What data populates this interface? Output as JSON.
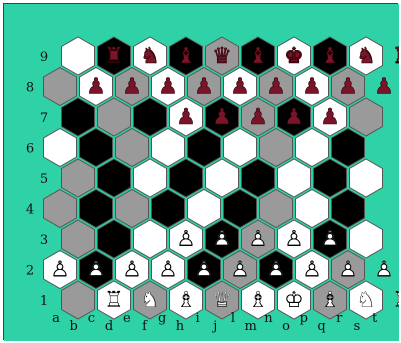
{
  "colors": {
    "background": "#2fd1a6",
    "cell_light": "#ffffff",
    "cell_mid": "#9a9a9a",
    "cell_dark": "#000000",
    "cell_edge": "#555555",
    "dark_piece_fill": "#7a1428",
    "dark_piece_stroke": "#2a0008",
    "light_piece_fill": "#ffffff",
    "light_piece_stroke": "#000000"
  },
  "board": {
    "rank_labels": [
      "1",
      "2",
      "3",
      "4",
      "5",
      "6",
      "7",
      "8",
      "9"
    ],
    "file_labels": [
      "a",
      "b",
      "c",
      "d",
      "e",
      "f",
      "g",
      "h",
      "i",
      "j",
      "l",
      "m",
      "n",
      "o",
      "p",
      "q",
      "r",
      "s",
      "t"
    ],
    "cell_shades": [
      [
        "mid",
        "light",
        "mid",
        "light",
        "mid",
        "light",
        "light",
        "mid",
        "light",
        "light"
      ],
      [
        "light",
        "dark",
        "light",
        "light",
        "dark",
        "mid",
        "dark",
        "light",
        "mid",
        "mid"
      ],
      [
        "mid",
        "dark",
        "light",
        "light",
        "dark",
        "mid",
        "light",
        "dark",
        "light",
        "light"
      ],
      [
        "mid",
        "dark",
        "mid",
        "dark",
        "light",
        "dark",
        "mid",
        "light",
        "dark",
        "mid"
      ],
      [
        "mid",
        "dark",
        "light",
        "dark",
        "light",
        "dark",
        "light",
        "dark",
        "light",
        "mid"
      ],
      [
        "light",
        "dark",
        "mid",
        "light",
        "dark",
        "light",
        "mid",
        "light",
        "dark",
        "mid"
      ],
      [
        "dark",
        "mid",
        "dark",
        "light",
        "dark",
        "mid",
        "dark",
        "light",
        "mid",
        "light"
      ],
      [
        "mid",
        "light",
        "mid",
        "light",
        "mid",
        "light",
        "mid",
        "light",
        "mid",
        "light"
      ],
      [
        "light",
        "dark",
        "light",
        "dark",
        "mid",
        "dark",
        "light",
        "dark",
        "light",
        "light"
      ]
    ],
    "pieces": [
      {
        "rank": 9,
        "col": 1,
        "side": "dark",
        "kind": "rook",
        "icon": "black-rook-icon"
      },
      {
        "rank": 9,
        "col": 2,
        "side": "dark",
        "kind": "knight",
        "icon": "black-knight-icon"
      },
      {
        "rank": 9,
        "col": 3,
        "side": "dark",
        "kind": "bishop",
        "icon": "black-bishop-icon"
      },
      {
        "rank": 9,
        "col": 4,
        "side": "dark",
        "kind": "queen",
        "icon": "black-queen-icon"
      },
      {
        "rank": 9,
        "col": 5,
        "side": "dark",
        "kind": "bishop",
        "icon": "black-bishop-icon"
      },
      {
        "rank": 9,
        "col": 6,
        "side": "dark",
        "kind": "king",
        "icon": "black-king-icon"
      },
      {
        "rank": 9,
        "col": 7,
        "side": "dark",
        "kind": "bishop",
        "icon": "black-bishop-icon"
      },
      {
        "rank": 9,
        "col": 8,
        "side": "dark",
        "kind": "knight",
        "icon": "black-knight-icon"
      },
      {
        "rank": 9,
        "col": 9,
        "side": "dark",
        "kind": "rook",
        "icon": "black-rook-icon"
      },
      {
        "rank": 8,
        "col": 1,
        "side": "dark",
        "kind": "pawn",
        "icon": "black-pawn-icon"
      },
      {
        "rank": 8,
        "col": 2,
        "side": "dark",
        "kind": "pawn",
        "icon": "black-pawn-icon"
      },
      {
        "rank": 8,
        "col": 3,
        "side": "dark",
        "kind": "pawn",
        "icon": "black-pawn-icon"
      },
      {
        "rank": 8,
        "col": 4,
        "side": "dark",
        "kind": "pawn",
        "icon": "black-pawn-icon"
      },
      {
        "rank": 8,
        "col": 5,
        "side": "dark",
        "kind": "pawn",
        "icon": "black-pawn-icon"
      },
      {
        "rank": 8,
        "col": 6,
        "side": "dark",
        "kind": "pawn",
        "icon": "black-pawn-icon"
      },
      {
        "rank": 8,
        "col": 7,
        "side": "dark",
        "kind": "pawn",
        "icon": "black-pawn-icon"
      },
      {
        "rank": 8,
        "col": 8,
        "side": "dark",
        "kind": "pawn",
        "icon": "black-pawn-icon"
      },
      {
        "rank": 8,
        "col": 9,
        "side": "dark",
        "kind": "pawn",
        "icon": "black-pawn-icon"
      },
      {
        "rank": 7,
        "col": 3,
        "side": "dark",
        "kind": "pawn",
        "icon": "black-pawn-icon"
      },
      {
        "rank": 7,
        "col": 4,
        "side": "dark",
        "kind": "pawn",
        "icon": "black-pawn-icon"
      },
      {
        "rank": 7,
        "col": 5,
        "side": "dark",
        "kind": "pawn",
        "icon": "black-pawn-icon"
      },
      {
        "rank": 7,
        "col": 6,
        "side": "dark",
        "kind": "pawn",
        "icon": "black-pawn-icon"
      },
      {
        "rank": 7,
        "col": 7,
        "side": "dark",
        "kind": "pawn",
        "icon": "black-pawn-icon"
      },
      {
        "rank": 3,
        "col": 3,
        "side": "light",
        "kind": "pawn",
        "icon": "white-pawn-icon"
      },
      {
        "rank": 3,
        "col": 4,
        "side": "light",
        "kind": "pawn",
        "icon": "white-pawn-icon"
      },
      {
        "rank": 3,
        "col": 5,
        "side": "light",
        "kind": "pawn",
        "icon": "white-pawn-icon"
      },
      {
        "rank": 3,
        "col": 6,
        "side": "light",
        "kind": "pawn",
        "icon": "white-pawn-icon"
      },
      {
        "rank": 3,
        "col": 7,
        "side": "light",
        "kind": "pawn",
        "icon": "white-pawn-icon"
      },
      {
        "rank": 2,
        "col": 0,
        "side": "light",
        "kind": "pawn",
        "icon": "white-pawn-icon"
      },
      {
        "rank": 2,
        "col": 1,
        "side": "light",
        "kind": "pawn",
        "icon": "white-pawn-icon"
      },
      {
        "rank": 2,
        "col": 2,
        "side": "light",
        "kind": "pawn",
        "icon": "white-pawn-icon"
      },
      {
        "rank": 2,
        "col": 3,
        "side": "light",
        "kind": "pawn",
        "icon": "white-pawn-icon"
      },
      {
        "rank": 2,
        "col": 4,
        "side": "light",
        "kind": "pawn",
        "icon": "white-pawn-icon"
      },
      {
        "rank": 2,
        "col": 5,
        "side": "light",
        "kind": "pawn",
        "icon": "white-pawn-icon"
      },
      {
        "rank": 2,
        "col": 6,
        "side": "light",
        "kind": "pawn",
        "icon": "white-pawn-icon"
      },
      {
        "rank": 2,
        "col": 7,
        "side": "light",
        "kind": "pawn",
        "icon": "white-pawn-icon"
      },
      {
        "rank": 2,
        "col": 8,
        "side": "light",
        "kind": "pawn",
        "icon": "white-pawn-icon"
      },
      {
        "rank": 2,
        "col": 9,
        "side": "light",
        "kind": "pawn",
        "icon": "white-pawn-icon"
      },
      {
        "rank": 1,
        "col": 1,
        "side": "light",
        "kind": "rook",
        "icon": "white-rook-icon"
      },
      {
        "rank": 1,
        "col": 2,
        "side": "light",
        "kind": "knight",
        "icon": "white-knight-icon"
      },
      {
        "rank": 1,
        "col": 3,
        "side": "light",
        "kind": "bishop",
        "icon": "white-bishop-icon"
      },
      {
        "rank": 1,
        "col": 4,
        "side": "light",
        "kind": "queen",
        "icon": "white-queen-icon"
      },
      {
        "rank": 1,
        "col": 5,
        "side": "light",
        "kind": "bishop",
        "icon": "white-bishop-icon"
      },
      {
        "rank": 1,
        "col": 6,
        "side": "light",
        "kind": "king",
        "icon": "white-king-icon"
      },
      {
        "rank": 1,
        "col": 7,
        "side": "light",
        "kind": "bishop",
        "icon": "white-bishop-icon"
      },
      {
        "rank": 1,
        "col": 8,
        "side": "light",
        "kind": "knight",
        "icon": "white-knight-icon"
      },
      {
        "rank": 1,
        "col": 9,
        "side": "light",
        "kind": "rook",
        "icon": "white-rook-icon"
      }
    ]
  }
}
